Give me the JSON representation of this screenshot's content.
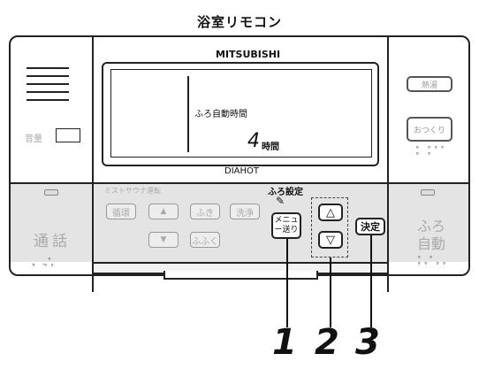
{
  "caption": "浴室リモコン",
  "brand": "MITSUBISHI",
  "model": "DIAHOT",
  "display": {
    "label": "ふろ自動時間",
    "value": "4",
    "unit": "時間"
  },
  "left_panel": {
    "mic_label": "音量",
    "talk_label": "通話"
  },
  "center_panel": {
    "group_label_top": "ふろ設定",
    "group_label_faint": "ミストサウナ運転",
    "btn_ghost_1": "循環",
    "btn_ghost_2": "ふき",
    "btn_ghost_3": "洗浄",
    "btn_ghost_4": "ふふく",
    "menu_label": "メニュー送り",
    "up_symbol": "△",
    "down_symbol": "▽",
    "decide_label": "決定"
  },
  "right_panel": {
    "top_btn": "熱湯",
    "second_btn": "おつくり",
    "auto_label": "ふろ自動"
  },
  "callouts": [
    "1",
    "2",
    "3"
  ]
}
